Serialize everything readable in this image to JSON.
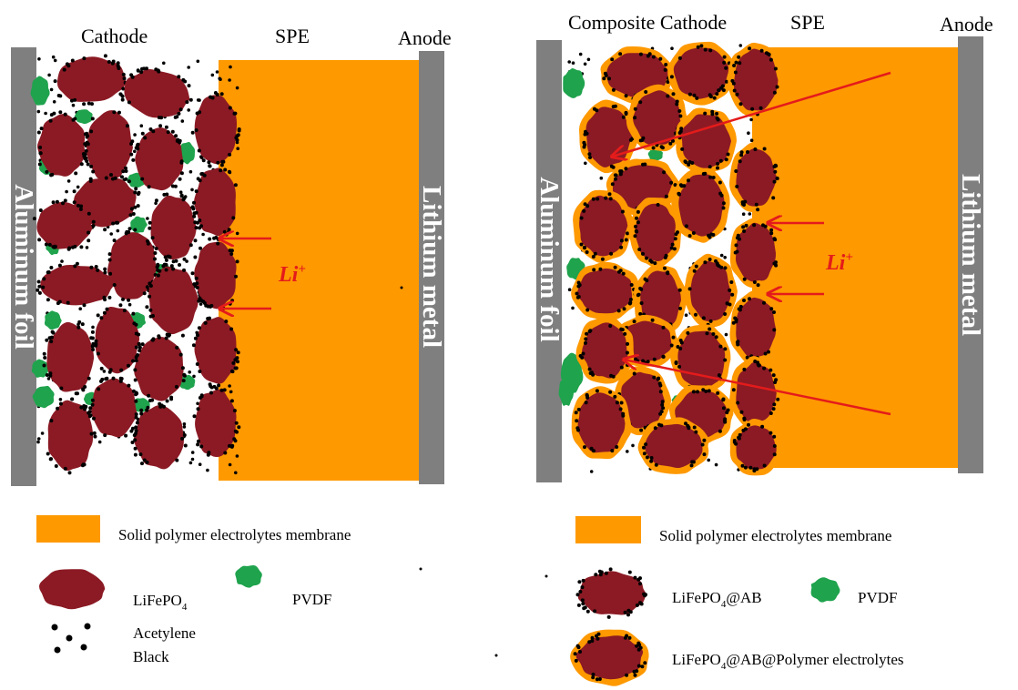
{
  "colors": {
    "lfp": "#8b1a24",
    "pvdf": "#1fa34d",
    "spe": "#ff9900",
    "collector": "#7f7f7f",
    "arrow": "#e41b1b",
    "acetylene_black": "#000000"
  },
  "left": {
    "label_cathode": "Cathode",
    "label_spe": "SPE",
    "label_anode": "Anode",
    "label_current_collector": "Aluminum foil",
    "label_anode_metal": "Lithium metal",
    "ion_label": "Li",
    "ion_charge": "+",
    "legend": {
      "spe_membrane": "Solid polymer electrolytes membrane",
      "lfp_base": "LiFePO",
      "lfp_sub": "4",
      "pvdf": "PVDF",
      "acetylene_line1": "Acetylene",
      "acetylene_line2": "Black"
    }
  },
  "right": {
    "label_cathode": "Composite Cathode",
    "label_spe": "SPE",
    "label_anode": "Anode",
    "label_current_collector": "Aluminum foil",
    "label_anode_metal": "Lithium metal",
    "ion_label": "Li",
    "ion_charge": "+",
    "legend": {
      "spe_membrane": "Solid polymer electrolytes membrane",
      "lfp_ab_base": "LiFePO",
      "lfp_ab_sub": "4",
      "lfp_ab_suffix": "@AB",
      "pvdf": "PVDF",
      "lfp_ab_pe_base": "LiFePO",
      "lfp_ab_pe_sub": "4",
      "lfp_ab_pe_suffix": "@AB@Polymer electrolytes"
    }
  }
}
